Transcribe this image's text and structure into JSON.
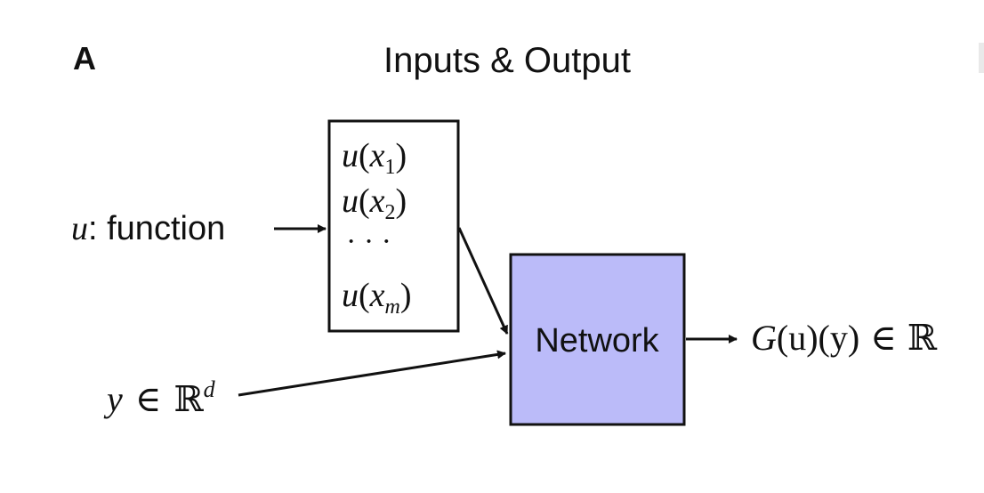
{
  "panel_label": "A",
  "title": "Inputs & Output",
  "input_function": {
    "var": "u",
    "text": ": function"
  },
  "sensor_box": {
    "items": [
      {
        "fn": "u",
        "var": "x",
        "sub": "1"
      },
      {
        "fn": "u",
        "var": "x",
        "sub": "2"
      },
      {
        "dots": "· · ·"
      },
      {
        "fn": "u",
        "var": "x",
        "sub": "m"
      }
    ]
  },
  "input_y": {
    "var": "y",
    "rel": "∈",
    "space": "ℝ",
    "sup": "d"
  },
  "network": {
    "label": "Network",
    "fill": "#bbbbf9",
    "stroke": "#111111"
  },
  "output": {
    "text_g": "G",
    "text_mid": "(u)(y)",
    "rel": "∈",
    "space": "ℝ"
  }
}
